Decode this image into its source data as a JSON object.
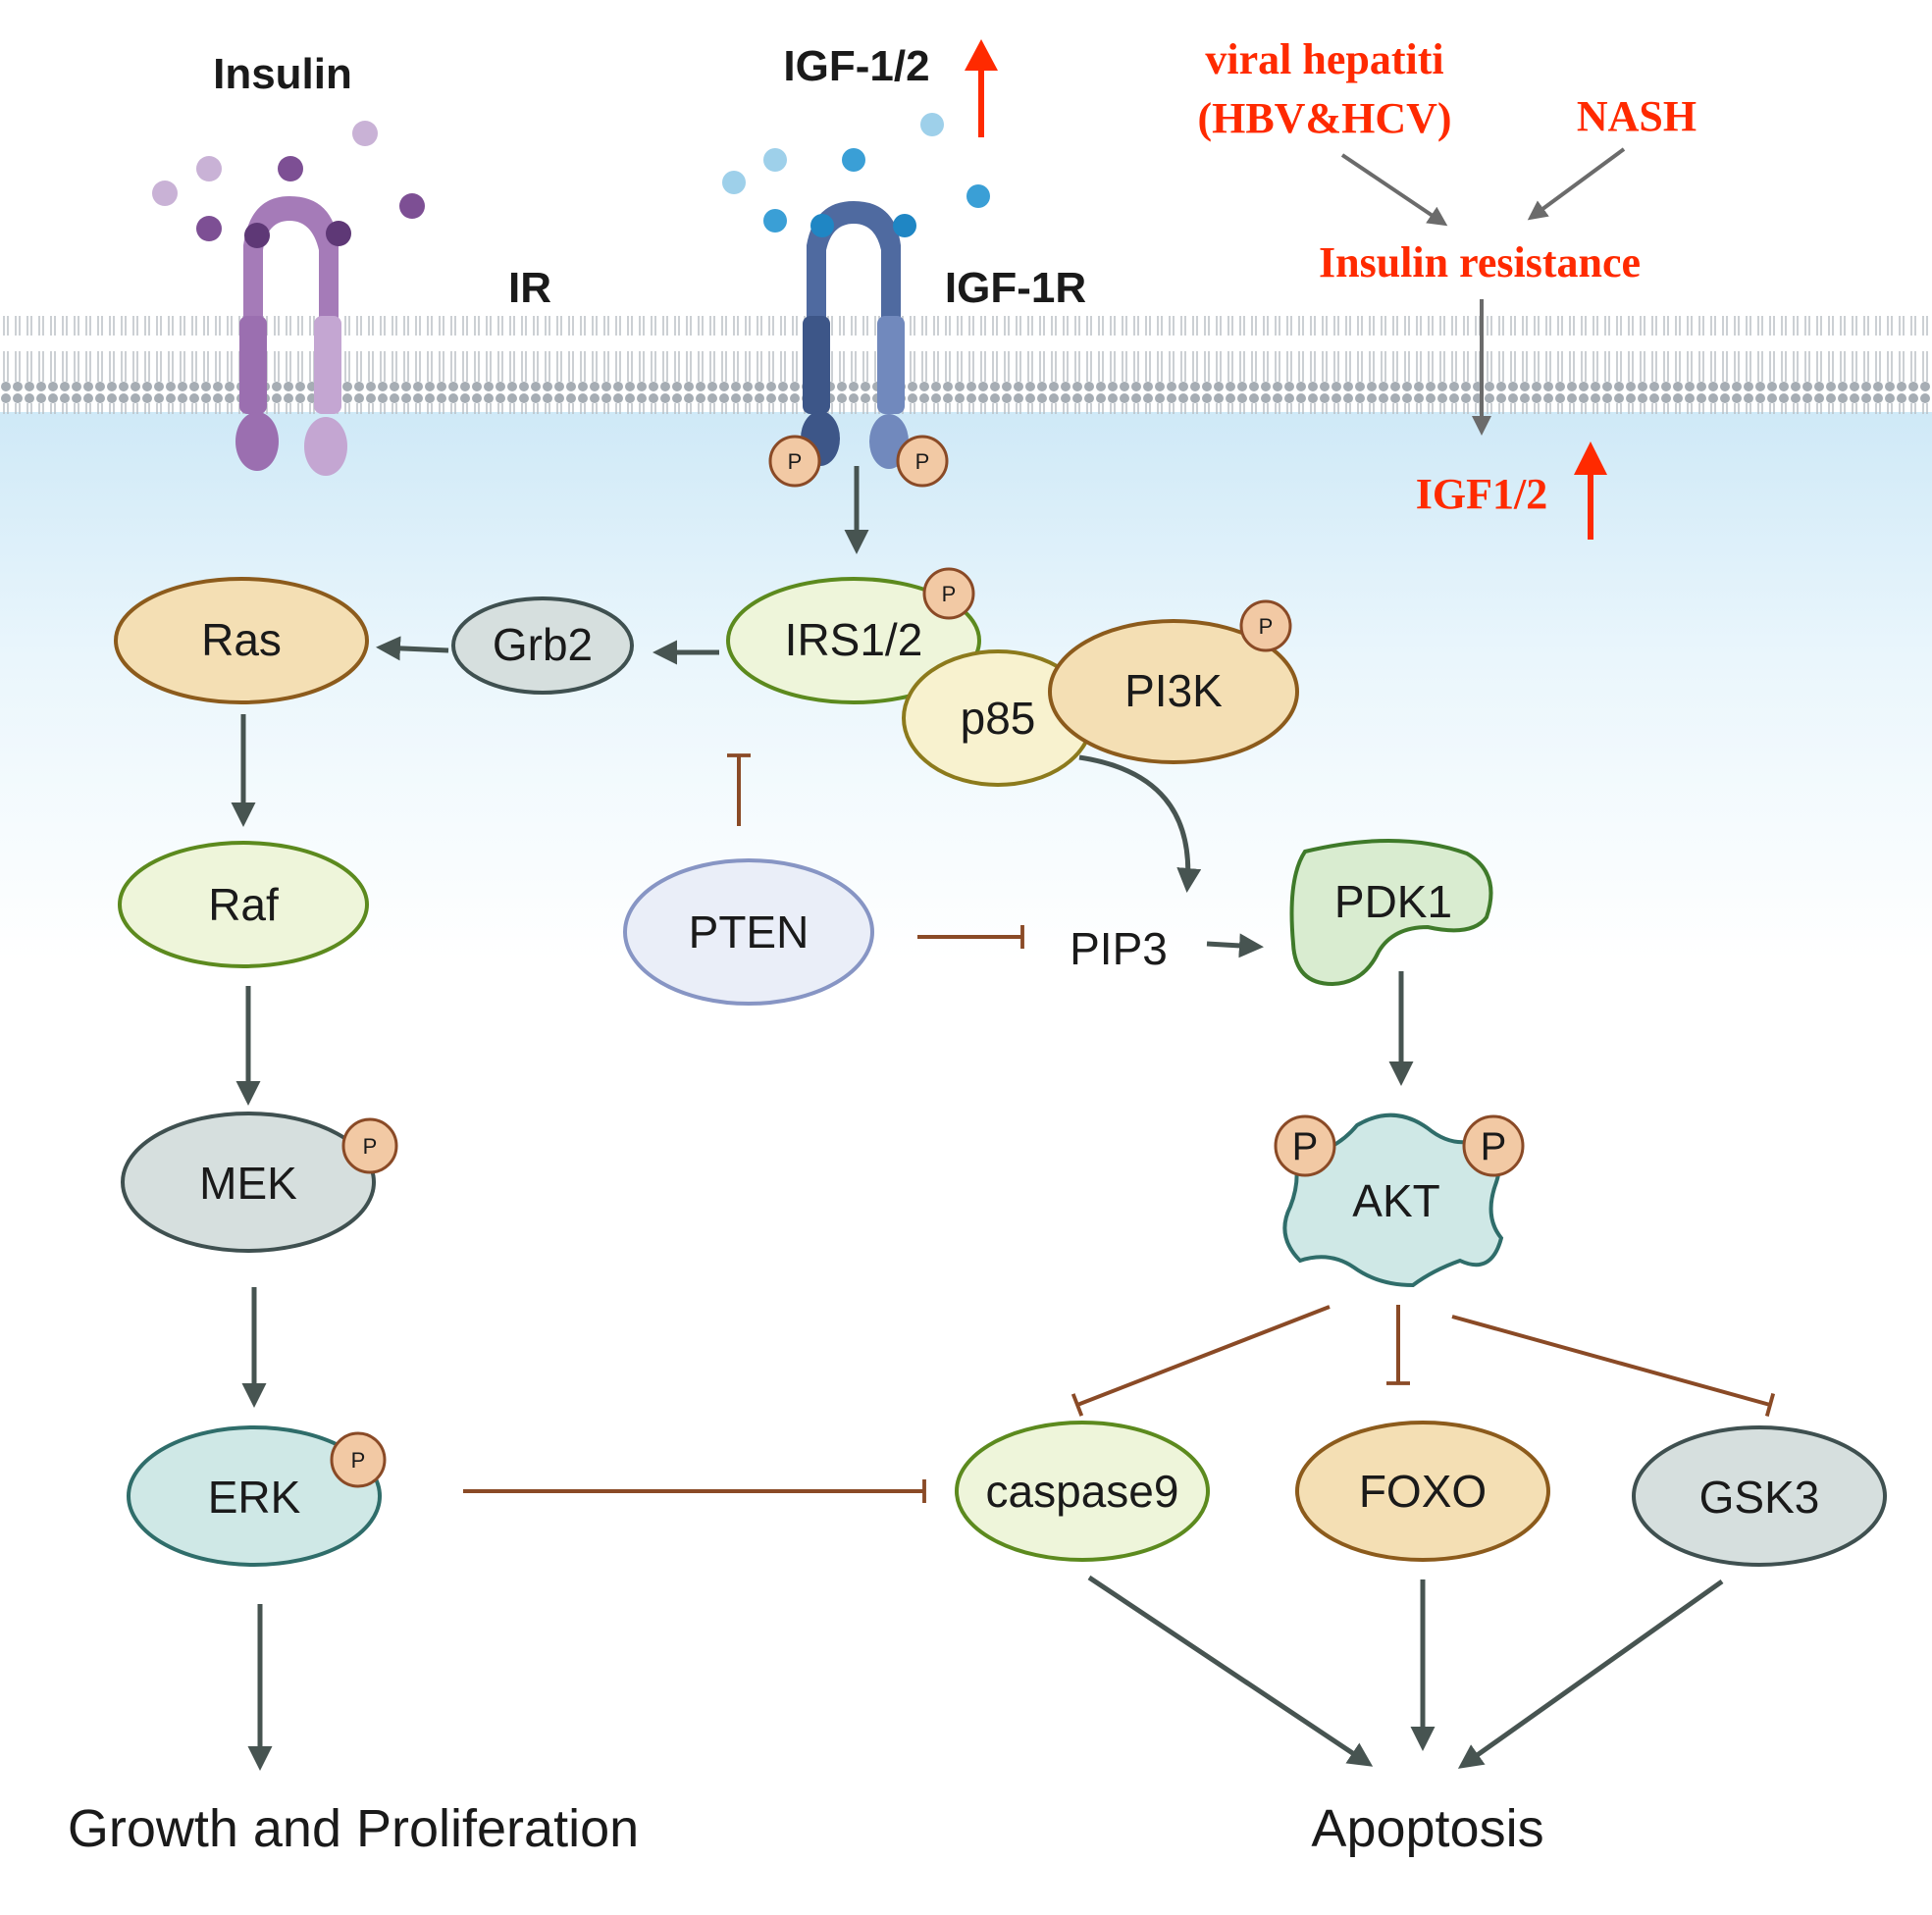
{
  "ligands": {
    "insulin": "Insulin",
    "igf": "IGF-1/2"
  },
  "receptors": {
    "ir": "IR",
    "igf1r": "IGF-1R"
  },
  "risk_factors": {
    "viral_line1": "viral hepatiti",
    "viral_line2": "(HBV&HCV)",
    "nash": "NASH",
    "insulin_resistance": "Insulin resistance",
    "igf_up": "IGF1/2"
  },
  "nodes": {
    "ras": "Ras",
    "grb2": "Grb2",
    "irs": "IRS1/2",
    "p85": "p85",
    "pi3k": "PI3K",
    "raf": "Raf",
    "pten": "PTEN",
    "pip3": "PIP3",
    "pdk1": "PDK1",
    "mek": "MEK",
    "akt": "AKT",
    "erk": "ERK",
    "caspase9": "caspase9",
    "foxo": "FOXO",
    "gsk3": "GSK3"
  },
  "phospho_label": "P",
  "outcomes": {
    "growth": "Growth and Proliferation",
    "apoptosis": "Apoptosis"
  },
  "colors": {
    "activation_arrow": "#475451",
    "inhibition": "#8a4a26",
    "highlight_red": "#ff2a00",
    "insulin_receptor": "#a57bb8",
    "igf_receptor": "#4f6aa0",
    "cytoplasm": "#d2ecf9"
  }
}
